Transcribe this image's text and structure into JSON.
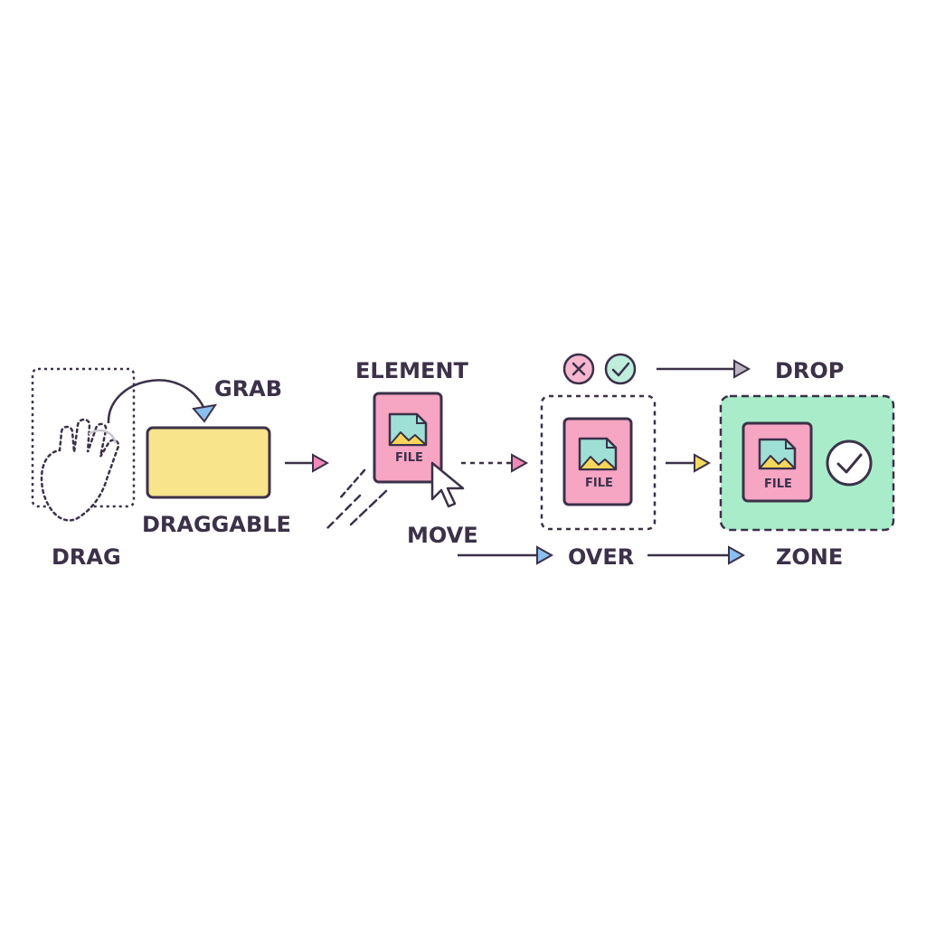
{
  "labels": {
    "drag": "DRAG",
    "grab": "GRAB",
    "draggable": "DRAGGABLE",
    "element": "ELEMENT",
    "move": "MOVE",
    "over": "OVER",
    "drop": "DROP",
    "zone": "ZONE"
  },
  "file_label": "FILE",
  "icons": {
    "hand": "hand-icon",
    "file": "file-image-icon",
    "cursor": "cursor-arrow-icon",
    "reject": "x-circle-icon",
    "accept": "check-circle-icon"
  },
  "colors": {
    "ink": "#3b3148",
    "draggable_fill": "#f8e48b",
    "file_fill": "#f6a5c3",
    "drop_zone_fill": "#a9ecc9",
    "image_sky": "#9fe0d6",
    "image_sun": "#f6d65a",
    "arrow_pink": "#f089b7",
    "arrow_blue": "#8bbff0",
    "arrow_yellow": "#f4d95e",
    "arrow_grey": "#b9b4bf",
    "reject_fill": "#f7b7cf",
    "accept_fill": "#bfeedd"
  }
}
